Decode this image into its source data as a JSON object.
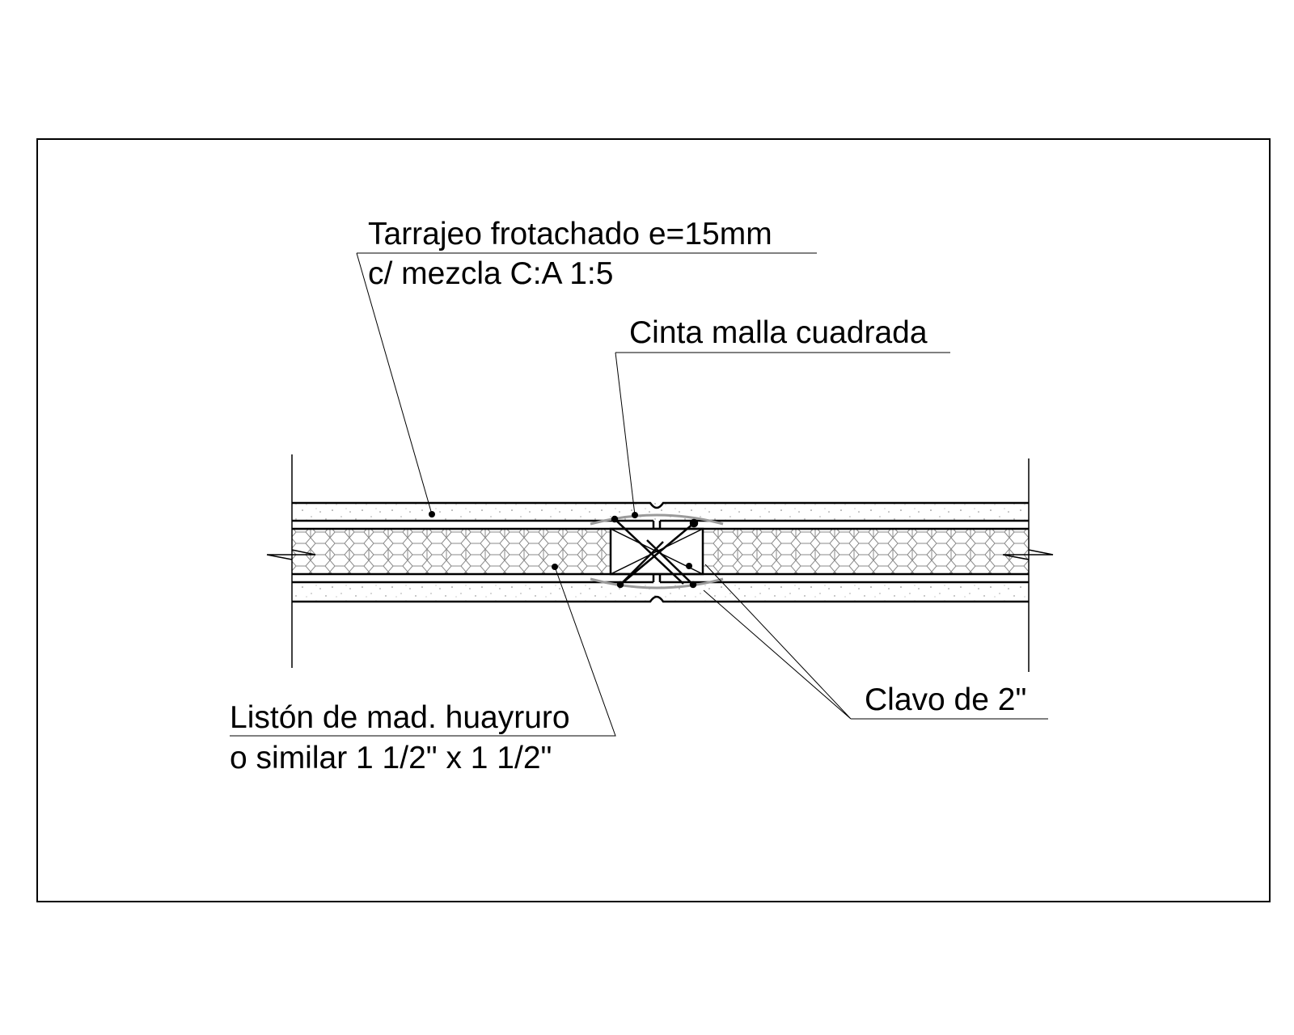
{
  "labels": {
    "plaster_line1": "Tarrajeo frotachado e=15mm",
    "plaster_line2": "c/ mezcla C:A 1:5",
    "mesh_tape": "Cinta malla cuadrada",
    "nail": "Clavo de 2\"",
    "stud_line1": "Listón de mad. huayruro",
    "stud_line2": "o similar 1 1/2\" x 1 1/2\""
  },
  "colors": {
    "line": "#000000",
    "tape": "#9a9a9a",
    "hatch": "#8a8a8a"
  }
}
